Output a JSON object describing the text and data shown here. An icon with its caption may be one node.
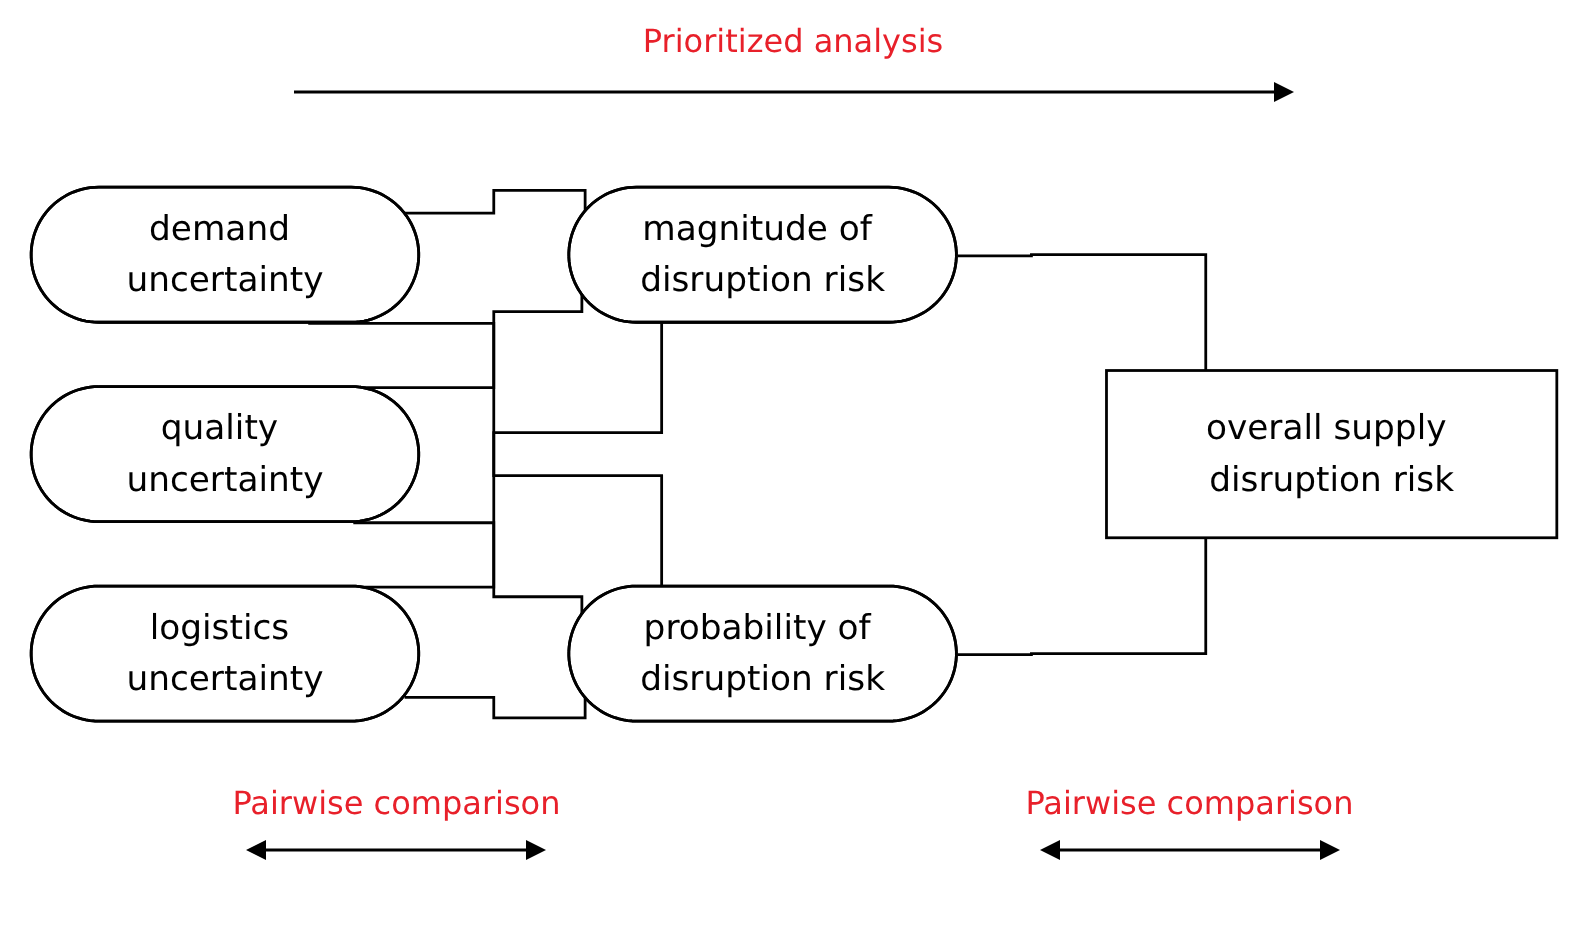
{
  "diagram": {
    "nodes": [
      {
        "text": [
          "demand uncertainty"
        ]
      },
      {
        "text": [
          "quality uncertainty"
        ]
      },
      {
        "text": [
          "logistics uncertainty"
        ]
      },
      {
        "text": [
          "magnitude of disruption risk"
        ]
      },
      {
        "text": [
          "probability of disruption risk"
        ]
      },
      {
        "text": [
          "overall supply disruption risk"
        ]
      }
    ],
    "edges": [
      {
        "from": 0,
        "to": 3,
        "arrow": "none"
      },
      {
        "from": 0,
        "to": 4,
        "arrow": "none"
      },
      {
        "from": 1,
        "to": 3,
        "arrow": "none"
      },
      {
        "from": 1,
        "to": 4,
        "arrow": "none"
      },
      {
        "from": 2,
        "to": 3,
        "arrow": "none"
      },
      {
        "from": 2,
        "to": 4,
        "arrow": "none"
      },
      {
        "from": 3,
        "to": 5,
        "arrow": "none"
      },
      {
        "from": 4,
        "to": 5,
        "arrow": "none"
      }
    ],
    "labels": [
      "Prioritized analysis",
      "Pairwise comparison",
      "Pairwise comparison"
    ]
  }
}
